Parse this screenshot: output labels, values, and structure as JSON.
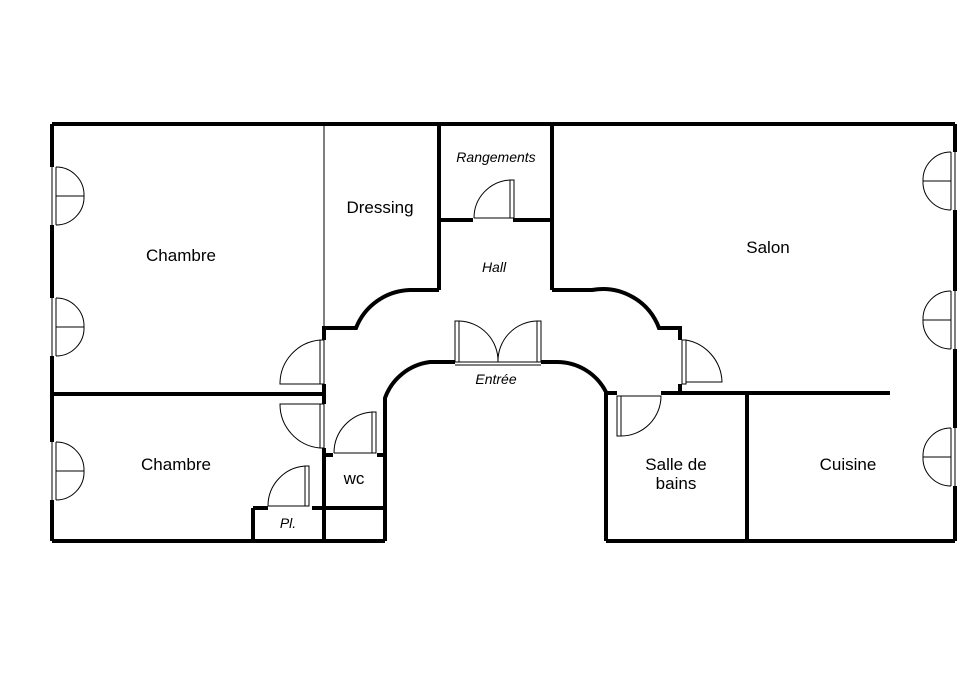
{
  "rooms": {
    "chambre_1": "Chambre",
    "dressing": "Dressing",
    "rangements": "Rangements",
    "hall": "Hall",
    "salon": "Salon",
    "entree": "Entrée",
    "chambre_2": "Chambre",
    "wc": "wc",
    "placard": "Pl.",
    "salle_de_bains_line1": "Salle de",
    "salle_de_bains_line2": "bains",
    "cuisine": "Cuisine"
  }
}
